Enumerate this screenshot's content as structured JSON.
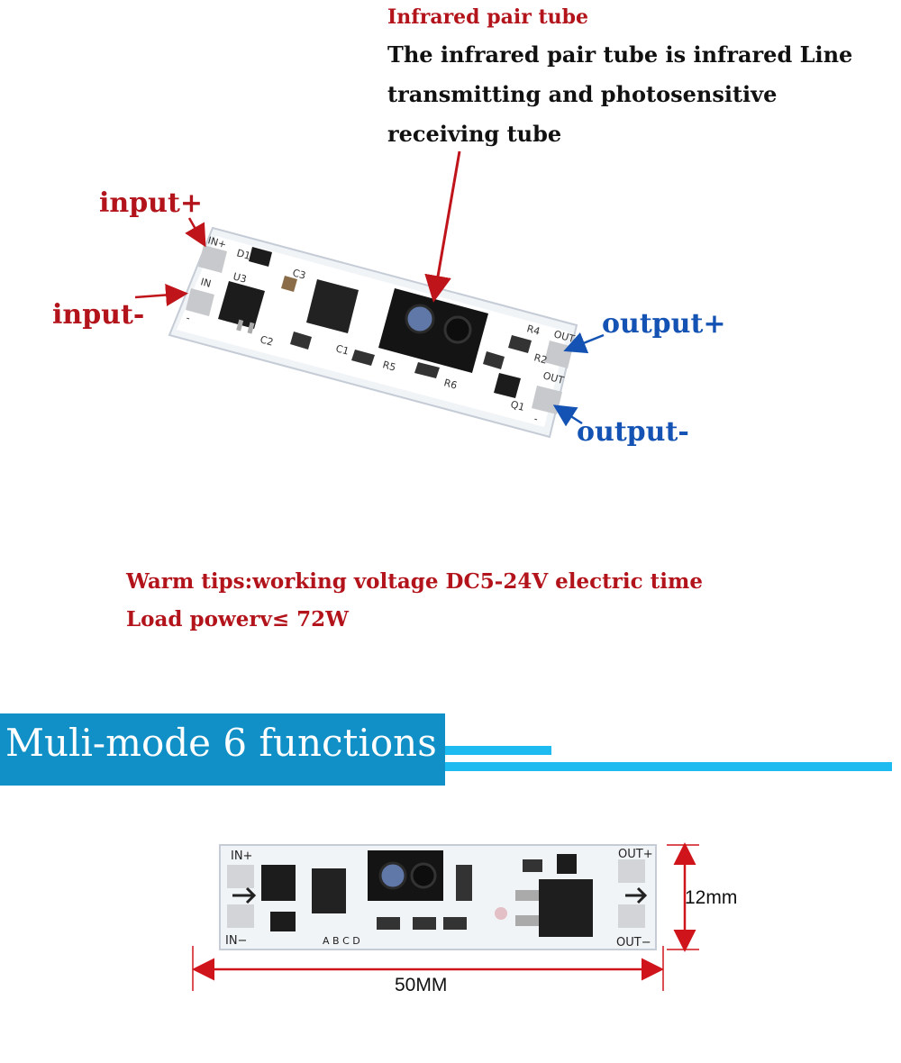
{
  "callout": {
    "title": "Infrared pair tube",
    "lines": [
      "The infrared pair tube is infrared Line",
      "transmitting and photosensitive",
      "receiving tube"
    ]
  },
  "pins": {
    "input_plus": "input+",
    "input_minus": "input-",
    "output_plus": "output+",
    "output_minus": "output-"
  },
  "tips": {
    "line1": "Warm tips:working voltage DC5-24V electric time",
    "line2": "Load powerv≤ 72W"
  },
  "section": {
    "title": "Muli-mode 6 functions"
  },
  "board_silkscreen_top": [
    "IN+",
    "D1",
    "U3",
    "C3",
    "IN",
    "-",
    "C2",
    "C1",
    "R5",
    "R6",
    "R4",
    "OUT+",
    "R2",
    "OUT",
    "Q1",
    "-"
  ],
  "board_silkscreen_bottom": [
    "IN+",
    "IN-",
    "A B C D",
    "OUT+",
    "OUT-"
  ],
  "dimensions": {
    "height": "12mm",
    "width": "50MM"
  },
  "colors": {
    "label_red": "#b3141b",
    "label_blue": "#1453b3",
    "banner": "#1090c6",
    "accent_bar": "#1ebbf0"
  }
}
